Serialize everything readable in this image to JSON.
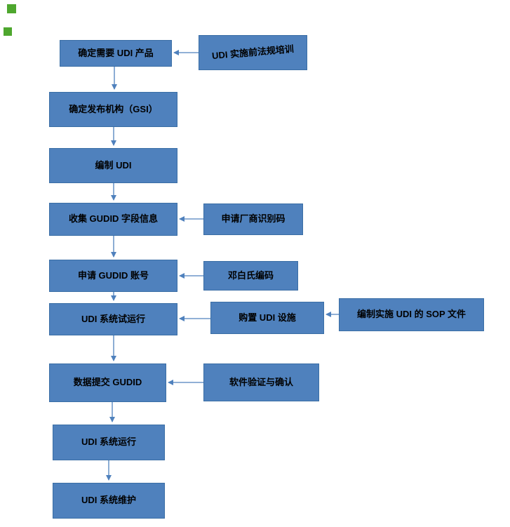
{
  "diagram": {
    "title": "UDI implementation flowchart",
    "colors": {
      "box_fill": "#4f81bd",
      "box_border": "#3a6ea5",
      "arrow": "#4f81bd",
      "text": "#000000",
      "artifact_green": "#4ea72e"
    },
    "nodes": {
      "need_udi_product": {
        "label": "确定需要 UDI 产品"
      },
      "pre_training": {
        "label": "UDI 实施前法规培训"
      },
      "issuing_agency": {
        "label": "确定发布机构（GSI）"
      },
      "compile_udi": {
        "label": "编制 UDI"
      },
      "collect_gudid_fields": {
        "label": "收集 GUDID 字段信息"
      },
      "apply_vendor_id": {
        "label": "申请厂商识别码"
      },
      "apply_gudid_account": {
        "label": "申请 GUDID 账号"
      },
      "duns_code": {
        "label": "邓白氏编码"
      },
      "udi_trial_run": {
        "label": "UDI 系统试运行"
      },
      "purchase_udi_facility": {
        "label": "购置 UDI 设施"
      },
      "sop_document": {
        "label": "编制实施 UDI 的 SOP 文件"
      },
      "submit_gudid": {
        "label": "数据提交 GUDID"
      },
      "software_validation": {
        "label": "软件验证与确认"
      },
      "udi_run": {
        "label": "UDI 系统运行"
      },
      "udi_maintain": {
        "label": "UDI 系统维护"
      }
    },
    "edges": [
      "pre_training -> need_udi_product",
      "need_udi_product -> issuing_agency",
      "issuing_agency -> compile_udi",
      "compile_udi -> collect_gudid_fields",
      "apply_vendor_id -> collect_gudid_fields",
      "collect_gudid_fields -> apply_gudid_account",
      "duns_code -> apply_gudid_account",
      "apply_gudid_account -> udi_trial_run",
      "purchase_udi_facility -> udi_trial_run",
      "sop_document -> purchase_udi_facility",
      "udi_trial_run -> submit_gudid",
      "software_validation -> submit_gudid",
      "submit_gudid -> udi_run",
      "udi_run -> udi_maintain"
    ]
  }
}
